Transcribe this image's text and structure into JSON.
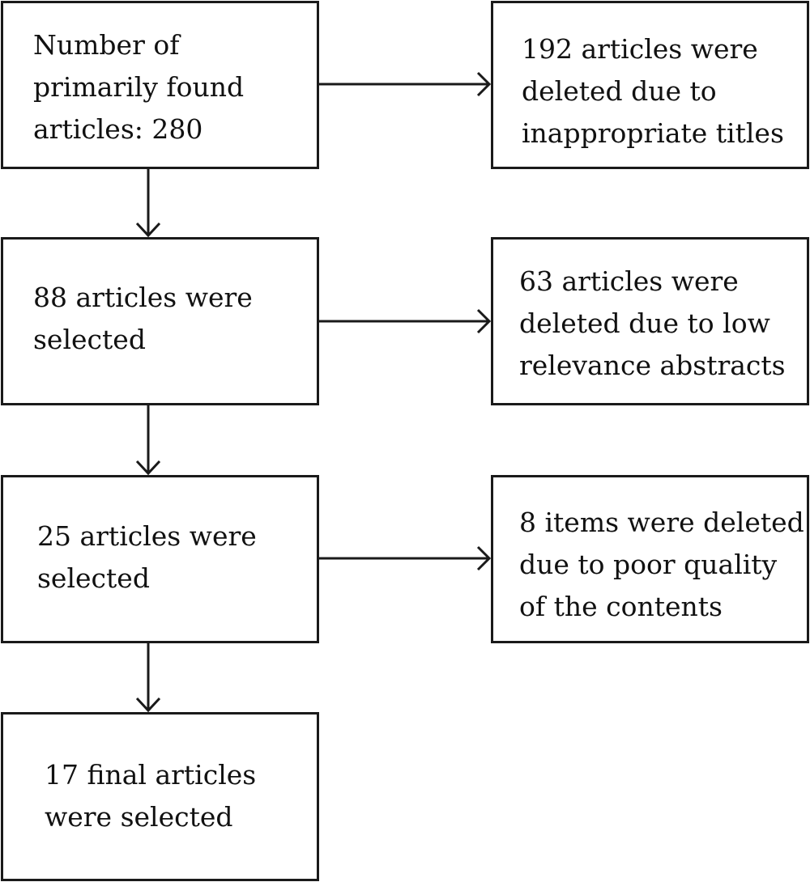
{
  "flowchart": {
    "main_steps": [
      {
        "lines": [
          "Number of",
          "primarily found",
          "articles: 280"
        ]
      },
      {
        "lines": [
          "88 articles were",
          "selected"
        ]
      },
      {
        "lines": [
          "25 articles were",
          "selected"
        ]
      },
      {
        "lines": [
          "17 final articles",
          "were selected"
        ]
      }
    ],
    "exclusions": [
      {
        "lines": [
          "192 articles were",
          "deleted due to",
          "inappropriate titles"
        ]
      },
      {
        "lines": [
          "63 articles were",
          "deleted due to low",
          "relevance abstracts"
        ]
      },
      {
        "lines": [
          "8 items were deleted",
          "due to poor quality",
          "of the contents"
        ]
      }
    ]
  }
}
